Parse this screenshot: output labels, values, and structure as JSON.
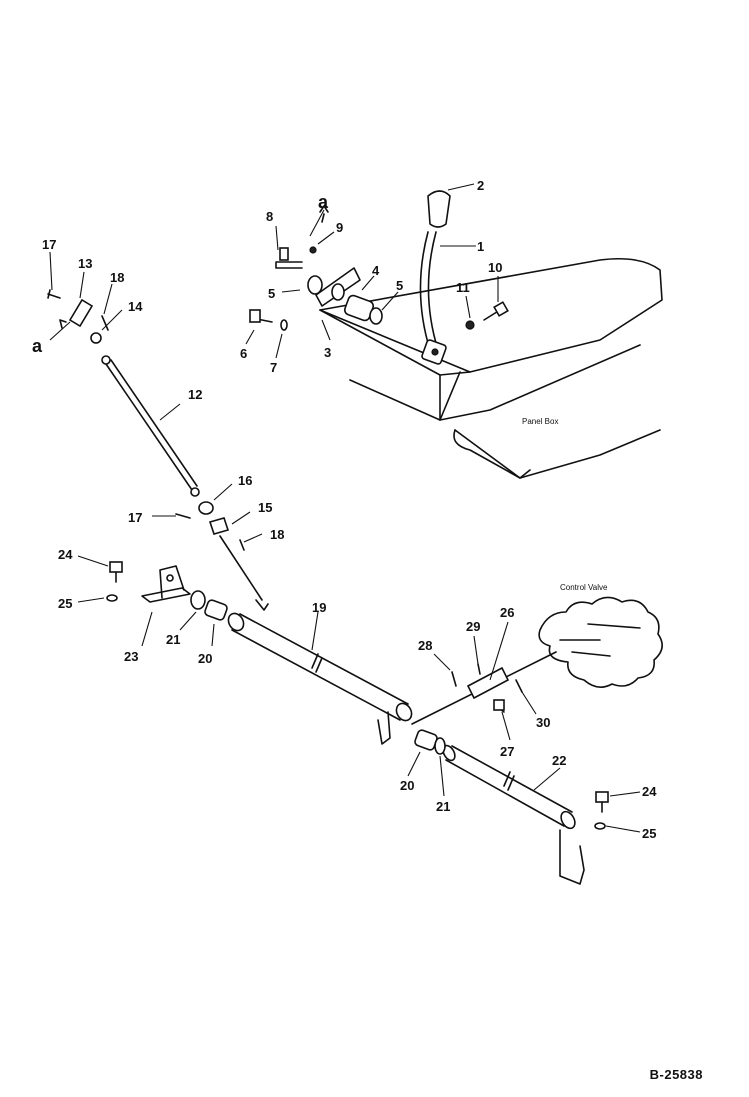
{
  "drawing_id": "B-25838",
  "labels": {
    "panel_box": "Panel Box",
    "control_valve": "Control Valve",
    "ref_a_top": "a",
    "ref_a_left": "a"
  },
  "part_numbers": {
    "p1": "1",
    "p2": "2",
    "p3": "3",
    "p4": "4",
    "p5a": "5",
    "p5b": "5",
    "p6": "6",
    "p7": "7",
    "p8": "8",
    "p9": "9",
    "p10": "10",
    "p11": "11",
    "p12": "12",
    "p13": "13",
    "p14": "14",
    "p15": "15",
    "p16": "16",
    "p17a": "17",
    "p17b": "17",
    "p18a": "18",
    "p18b": "18",
    "p19": "19",
    "p20a": "20",
    "p20b": "20",
    "p21a": "21",
    "p21b": "21",
    "p22": "22",
    "p23": "23",
    "p24a": "24",
    "p24b": "24",
    "p25a": "25",
    "p25b": "25",
    "p26": "26",
    "p27": "27",
    "p28": "28",
    "p29": "29",
    "p30": "30"
  }
}
